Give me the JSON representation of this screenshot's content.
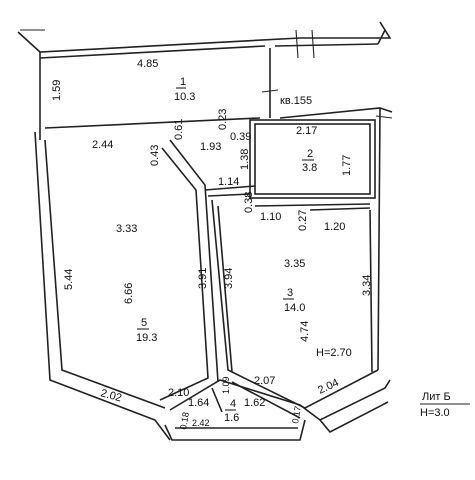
{
  "plan": {
    "apartment_label": "кв.155",
    "ceiling": "H=2.70",
    "liter": {
      "name": "Лит Б",
      "height": "H=3.0"
    },
    "rooms": [
      {
        "num": "1",
        "area": "10.3"
      },
      {
        "num": "2",
        "area": "3.8"
      },
      {
        "num": "3",
        "area": "14.0"
      },
      {
        "num": "4",
        "area": "1.6"
      },
      {
        "num": "5",
        "area": "19.3"
      }
    ],
    "dims": {
      "d_485": "4.85",
      "d_159": "1.59",
      "d_244": "2.44",
      "d_043": "0.43",
      "d_061": "0.61",
      "d_023": "0.23",
      "d_039": "0.39",
      "d_193": "1.93",
      "d_217": "2.17",
      "d_138": "1.38",
      "d_177": "1.77",
      "d_114": "1.14",
      "d_038": "0.38",
      "d_110": "1.10",
      "d_027": "0.27",
      "d_120": "1.20",
      "d_333": "3.33",
      "d_391": "3.91",
      "d_394": "3.94",
      "d_335": "3.35",
      "d_544": "5.44",
      "d_666": "6.66",
      "d_334": "3.34",
      "d_474": "4.74",
      "d_202": "2.02",
      "d_210": "2.10",
      "d_109": "1.09",
      "d_207": "2.07",
      "d_204": "2.04",
      "d_164": "1.64",
      "d_162": "1.62",
      "d_242": "2.42",
      "d_018": "0.18",
      "d_017": "0.17"
    }
  }
}
